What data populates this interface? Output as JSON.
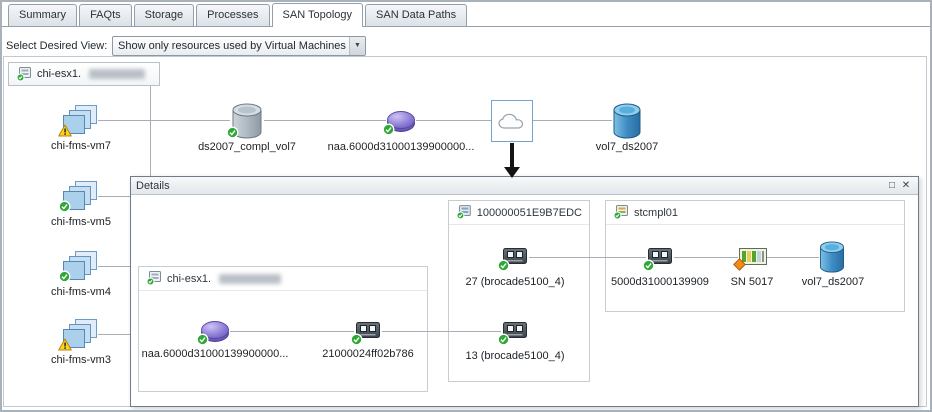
{
  "colors": {
    "status_ok": "#2fa838",
    "status_warning": "#ffd21c",
    "status_alert": "#f28a1e",
    "selection": "#74a2d0"
  },
  "icons": {
    "dropdown_arrow": "▼",
    "maximize": "□",
    "close": "✕"
  },
  "tabs": [
    {
      "label": "Summary",
      "active": false
    },
    {
      "label": "FAQts",
      "active": false
    },
    {
      "label": "Storage",
      "active": false
    },
    {
      "label": "Processes",
      "active": false
    },
    {
      "label": "SAN Topology",
      "active": true
    },
    {
      "label": "SAN Data Paths",
      "active": false
    }
  ],
  "toolbar": {
    "view_label": "Select Desired View:",
    "view_value": "Show only resources used by Virtual Machines"
  },
  "topology": {
    "host": {
      "name": "chi-esx1.",
      "status": "ok",
      "redacted_suffix": true
    },
    "vms": [
      {
        "name": "chi-fms-vm7",
        "status": "warning"
      },
      {
        "name": "chi-fms-vm5",
        "status": "ok"
      },
      {
        "name": "chi-fms-vm4",
        "status": "ok"
      },
      {
        "name": "chi-fms-vm3",
        "status": "warning"
      }
    ],
    "datastore": {
      "name": "ds2007_compl_vol7",
      "status": "ok"
    },
    "disk": {
      "name": "naa.6000d31000139900000...",
      "status": "ok"
    },
    "cloud": {
      "selected": true
    },
    "volume": {
      "name": "vol7_ds2007"
    }
  },
  "details": {
    "title": "Details",
    "host_group": {
      "name": "chi-esx1.",
      "redacted_suffix": true,
      "disk": {
        "name": "naa.6000d31000139900000...",
        "status": "ok"
      },
      "hba_port": {
        "name": "21000024ff02b786",
        "status": "ok"
      }
    },
    "switch_group": {
      "name": "100000051E9B7EDC",
      "ports": [
        {
          "name": "27 (brocade5100_4)",
          "status": "ok"
        },
        {
          "name": "13 (brocade5100_4)",
          "status": "ok"
        }
      ]
    },
    "storage_group": {
      "name": "stcmpl01",
      "port": {
        "name": "5000d31000139909",
        "status": "ok"
      },
      "controller": {
        "name": "SN 5017",
        "status": "alert"
      },
      "volume": {
        "name": "vol7_ds2007"
      }
    }
  }
}
